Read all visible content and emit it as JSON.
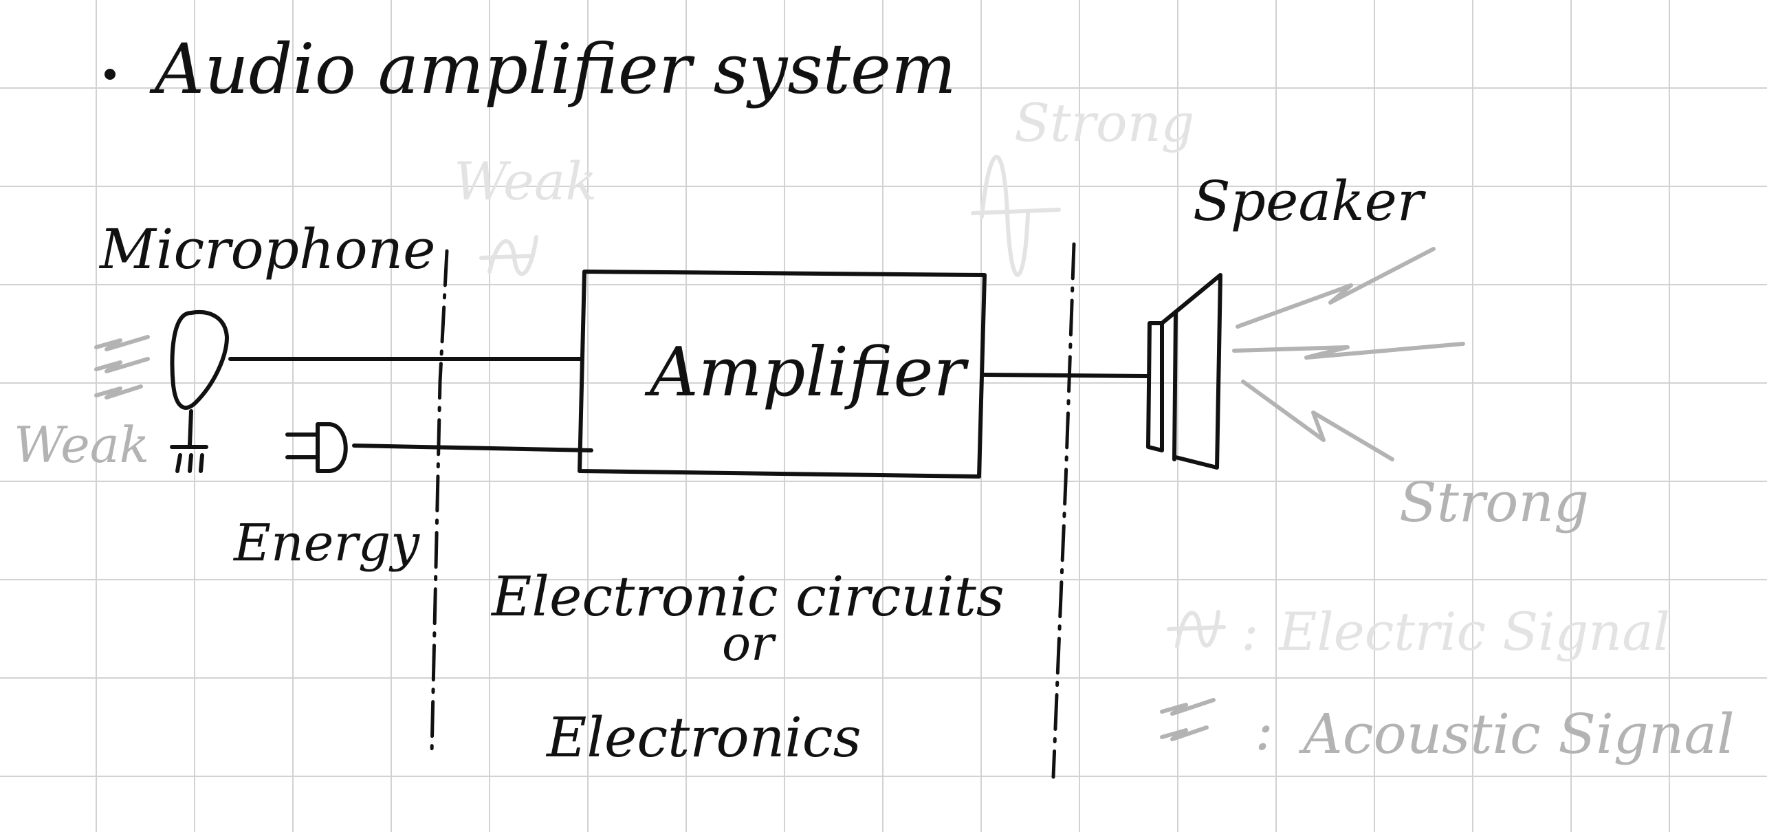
{
  "title": "Audio amplifier system",
  "labels": {
    "microphone": "Microphone",
    "weak_input": "Weak",
    "energy": "Energy",
    "amplifier": "Amplifier",
    "weak_signal": "Weak",
    "strong_signal": "Strong",
    "speaker": "Speaker",
    "strong_output": "Strong",
    "electronic_circuits": "Electronic circuits",
    "or": "or",
    "electronics": "Electronics"
  },
  "legend": {
    "electric_signal": "Electric Signal",
    "acoustic_signal": "Acoustic Signal",
    "separator": ":"
  },
  "colors": {
    "ink": "#111111",
    "light_ink": "#b3b3b3",
    "faint_ink": "#e3e3e3",
    "grid": "#d2d2d2",
    "paper": "#ffffff"
  }
}
